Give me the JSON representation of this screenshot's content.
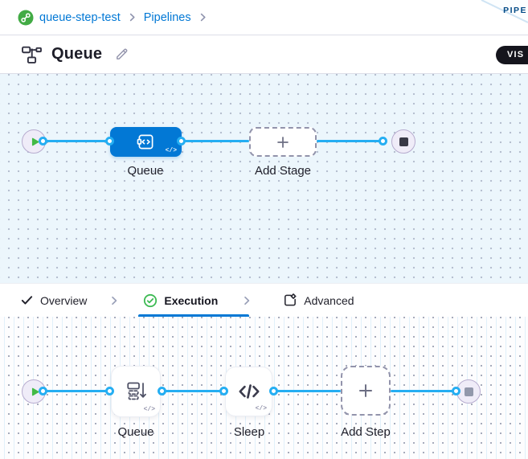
{
  "colors": {
    "accent": "#0278d5",
    "connector": "#25aef2",
    "stage-blue": "#0278d5",
    "green": "#3dba53",
    "play-green": "#42ba45",
    "text-dark": "#1d1d28",
    "muted": "#9293ab",
    "canvas1-bg": "#ecf6fc",
    "canvas2-bg": "#fdfdfe",
    "circle-bg": "#efecf8",
    "circle-border": "#b7accf",
    "end-square-dark": "#383946",
    "end-square-grey": "#9298ab",
    "pill-dark": "#15151d",
    "ribbon-text": "#024a86",
    "ribbon-edge": "#cfe4f4"
  },
  "breadcrumb": {
    "project": "queue-step-test",
    "section": "Pipelines"
  },
  "ribbon": {
    "label": "PIPE"
  },
  "header": {
    "title": "Queue",
    "mode_badge": "VIS"
  },
  "stage_canvas": {
    "stage_label": "Queue",
    "add_stage_label": "Add Stage",
    "code_badge": "</>"
  },
  "tabs": {
    "overview": "Overview",
    "execution": "Execution",
    "advanced": "Advanced"
  },
  "step_canvas": {
    "queue_label": "Queue",
    "sleep_label": "Sleep",
    "add_step_label": "Add Step",
    "code_badge": "</>"
  }
}
